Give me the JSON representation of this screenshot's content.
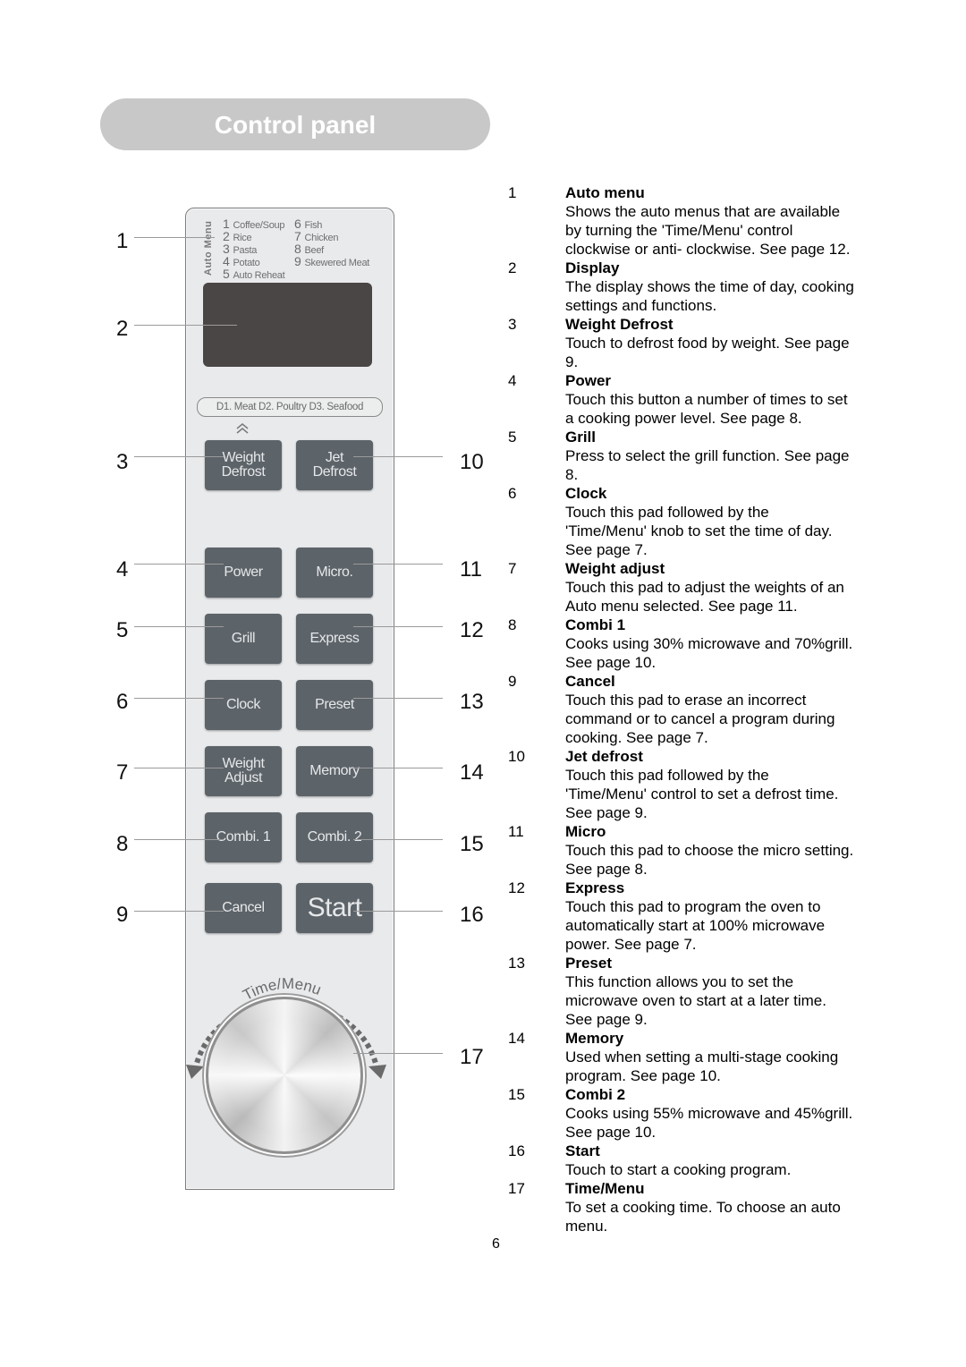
{
  "header": {
    "title": "Control panel"
  },
  "panel": {
    "auto_menu_label": "Auto Menu",
    "auto_menu_items": [
      {
        "num": "1",
        "name": "Coffee/Soup"
      },
      {
        "num": "2",
        "name": "Rice"
      },
      {
        "num": "3",
        "name": "Pasta"
      },
      {
        "num": "4",
        "name": "Potato"
      },
      {
        "num": "5",
        "name": "Auto Reheat"
      },
      {
        "num": "6",
        "name": "Fish"
      },
      {
        "num": "7",
        "name": "Chicken"
      },
      {
        "num": "8",
        "name": "Beef"
      },
      {
        "num": "9",
        "name": "Skewered Meat"
      }
    ],
    "defrost_modes": "D1. Meat  D2. Poultry  D3. Seafood",
    "buttons": {
      "weight_defrost": {
        "line1": "Weight",
        "line2": "Defrost"
      },
      "jet_defrost": {
        "line1": "Jet",
        "line2": "Defrost"
      },
      "power": "Power",
      "micro": "Micro.",
      "grill": "Grill",
      "express": "Express",
      "clock": "Clock",
      "preset": "Preset",
      "weight_adjust": {
        "line1": "Weight",
        "line2": "Adjust"
      },
      "memory": "Memory",
      "combi1": "Combi. 1",
      "combi2": "Combi. 2",
      "cancel": "Cancel",
      "start": "Start"
    },
    "knob_label": "Time/Menu"
  },
  "callouts": {
    "left": [
      "1",
      "2",
      "3",
      "4",
      "5",
      "6",
      "7",
      "8",
      "9"
    ],
    "right": [
      "10",
      "11",
      "12",
      "13",
      "14",
      "15",
      "16",
      "17"
    ]
  },
  "descriptions": [
    {
      "num": "1",
      "title": "Auto menu",
      "lines": [
        "Shows the auto menus that are available",
        "by turning the 'Time/Menu' control",
        "clockwise or anti- clockwise. See page 12."
      ]
    },
    {
      "num": "2",
      "title": "Display",
      "lines": [
        "The display shows the time of day, cooking",
        "settings and functions."
      ]
    },
    {
      "num": "3",
      "title": "Weight Defrost",
      "lines": [
        "Touch to defrost food by weight. See page",
        "9."
      ]
    },
    {
      "num": "4",
      "title": "Power",
      "lines": [
        "Touch this button a number of times to set",
        "a cooking power level. See page 8."
      ]
    },
    {
      "num": "5",
      "title": "Grill",
      "lines": [
        "Press to select the grill function. See page",
        "8."
      ]
    },
    {
      "num": "6",
      "title": "Clock",
      "lines": [
        "Touch this pad followed by the",
        "'Time/Menu' knob to set the time of day.",
        "See page 7."
      ]
    },
    {
      "num": "7",
      "title": "Weight adjust",
      "lines": [
        "Touch this pad to adjust the weights of an",
        "Auto menu selected. See page 11."
      ]
    },
    {
      "num": "8",
      "title": "Combi 1",
      "lines": [
        "Cooks using 30% microwave and 70%grill.",
        "See page 10."
      ]
    },
    {
      "num": "9",
      "title": "Cancel",
      "lines": [
        "Touch this pad to erase an incorrect",
        "command or to cancel a program during",
        "cooking. See page 7."
      ]
    },
    {
      "num": "10",
      "title": "Jet defrost",
      "lines": [
        "Touch this pad followed by the",
        "'Time/Menu' control to set a defrost time.",
        "See page 9."
      ]
    },
    {
      "num": "11",
      "title": "Micro",
      "lines": [
        "Touch this pad to choose the micro setting.",
        "See page 8."
      ]
    },
    {
      "num": "12",
      "title": "Express",
      "lines": [
        "Touch this pad to program the oven to",
        "automatically start at 100% microwave",
        "power. See page 7."
      ]
    },
    {
      "num": "13",
      "title": "Preset",
      "lines": [
        "This function allows you to set the",
        "microwave oven to start at a later time.",
        "See page 9."
      ]
    },
    {
      "num": "14",
      "title": "Memory",
      "lines": [
        "Used when setting a multi-stage cooking",
        "program. See page 10."
      ]
    },
    {
      "num": "15",
      "title": "Combi 2",
      "lines": [
        "Cooks using 55% microwave and 45%grill.",
        "See page 10."
      ]
    },
    {
      "num": "16",
      "title": "Start",
      "lines": [
        "Touch to start a cooking program."
      ]
    },
    {
      "num": "17",
      "title": "Time/Menu",
      "lines": [
        "To set a cooking time. To choose an auto",
        "menu."
      ]
    }
  ],
  "footer": {
    "page_number": "6"
  }
}
